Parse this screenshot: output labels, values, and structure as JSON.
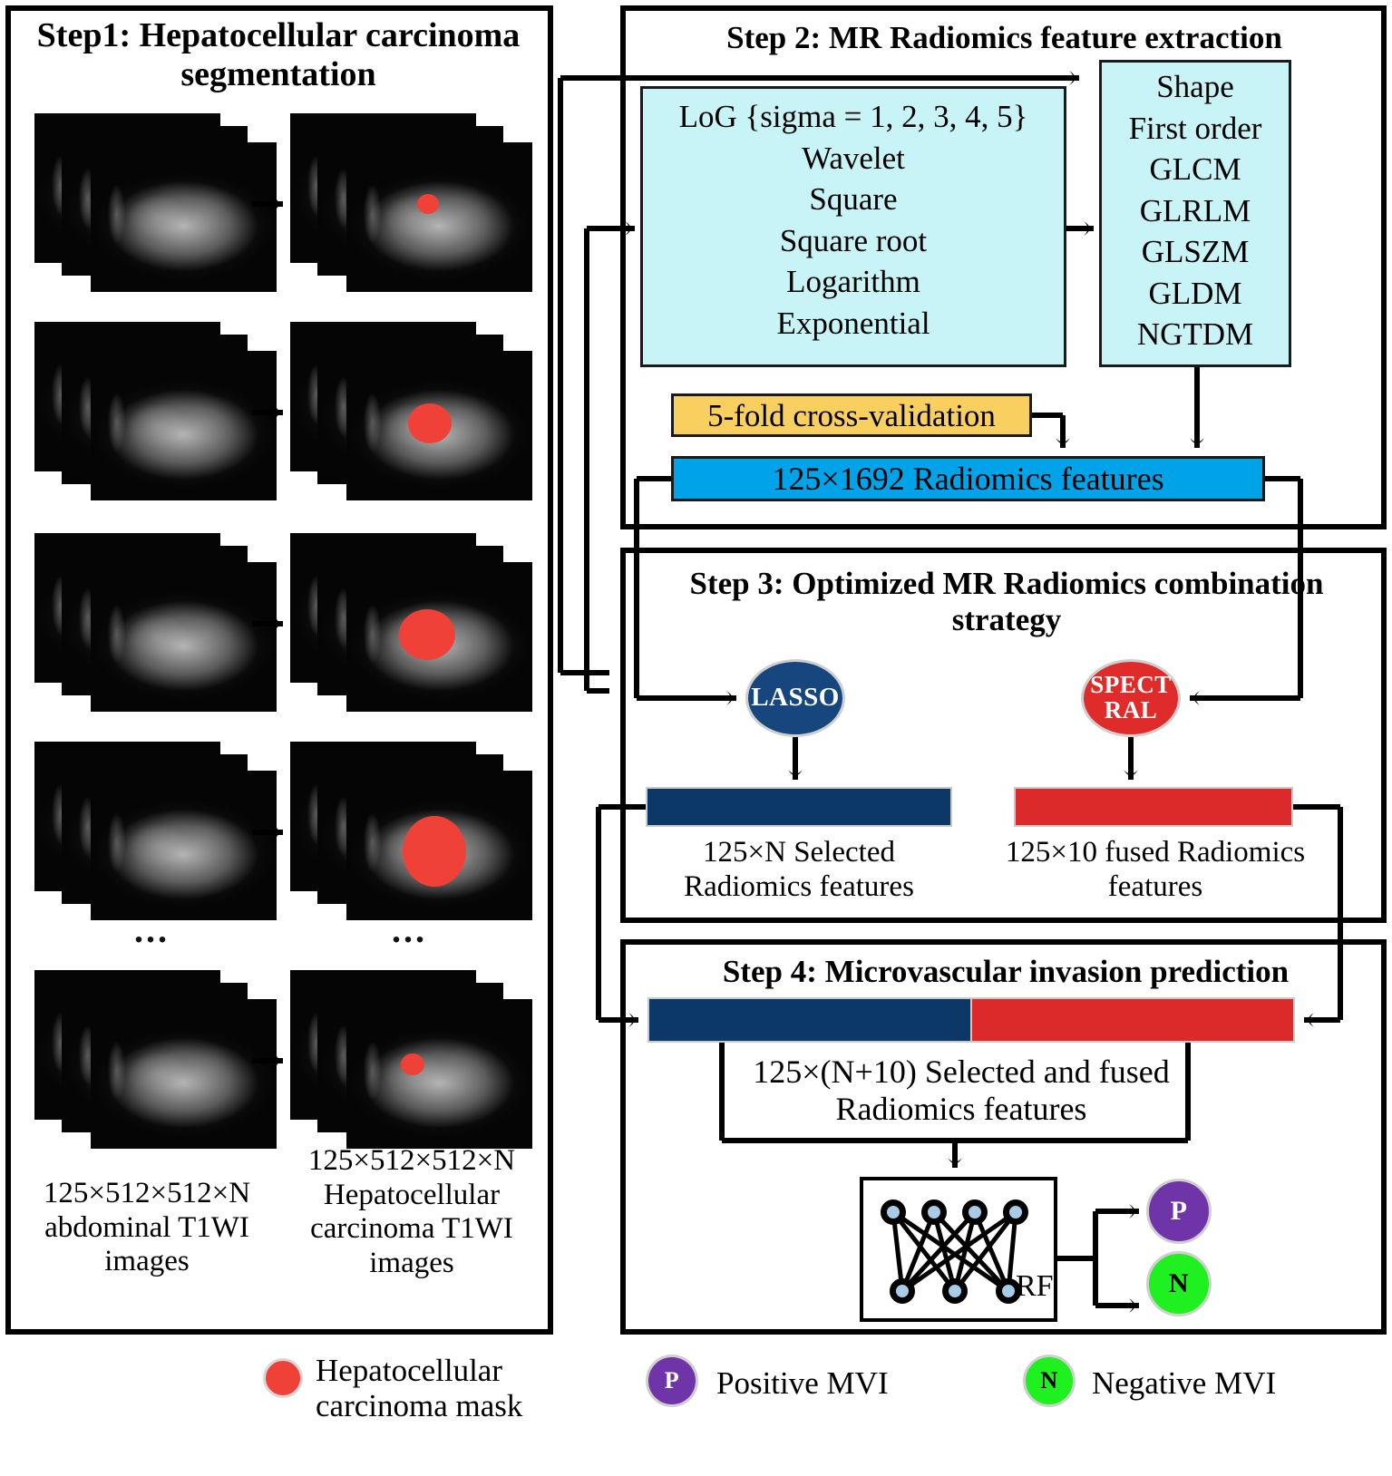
{
  "step1": {
    "title": "Step1: Hepatocellular carcinoma segmentation",
    "ellipsis": "...",
    "caption_left": "125×512×512×N abdominal T1WI images",
    "caption_right": "125×512×512×N Hepatocellular carcinoma T1WI images"
  },
  "step2": {
    "title": "Step 2: MR Radiomics feature extraction",
    "filters": "LoG {sigma = 1, 2, 3, 4, 5}\nWavelet\nSquare\nSquare root\nLogarithm\nExponential",
    "filters_lines": [
      "LoG {sigma = 1, 2, 3, 4, 5}",
      "Wavelet",
      "Square",
      "Square root",
      "Logarithm",
      "Exponential"
    ],
    "feature_classes": [
      "Shape",
      "First order",
      "GLCM",
      "GLRLM",
      "GLSZM",
      "GLDM",
      "NGTDM"
    ],
    "cross_validation": "5-fold cross-validation",
    "radiomics_features": "125×1692 Radiomics features"
  },
  "step3": {
    "title": "Step 3: Optimized MR Radiomics combination strategy",
    "lasso_label": "LASSO",
    "spectral_label": "SPECT RAL",
    "spectral_line1": "SPECT",
    "spectral_line2": "RAL",
    "left_caption": "125×N Selected Radiomics features",
    "right_caption": "125×10 fused Radiomics features"
  },
  "step4": {
    "title": "Step 4: Microvascular invasion prediction",
    "fused_caption": "125×(N+10) Selected and fused Radiomics features",
    "classifier_label": "RF",
    "positive_node": "P",
    "negative_node": "N"
  },
  "legend": {
    "mask_label": "Hepatocellular carcinoma mask",
    "positive_symbol": "P",
    "positive_label": "Positive MVI",
    "negative_symbol": "N",
    "negative_label": "Negative MVI"
  },
  "colors": {
    "cyan_box": "#c8f4f7",
    "yellow_box": "#f9cf5f",
    "azure_box": "#00a2e8",
    "navy_bar": "#0b3866",
    "red_bar": "#dc2a2a",
    "lasso_circle": "#17467e",
    "spectral_circle": "#e02b2b",
    "positive_circle": "#6f34a8",
    "negative_circle": "#1ff01f",
    "mask_red": "#ef4137",
    "node_fill": "#a8cce8"
  }
}
